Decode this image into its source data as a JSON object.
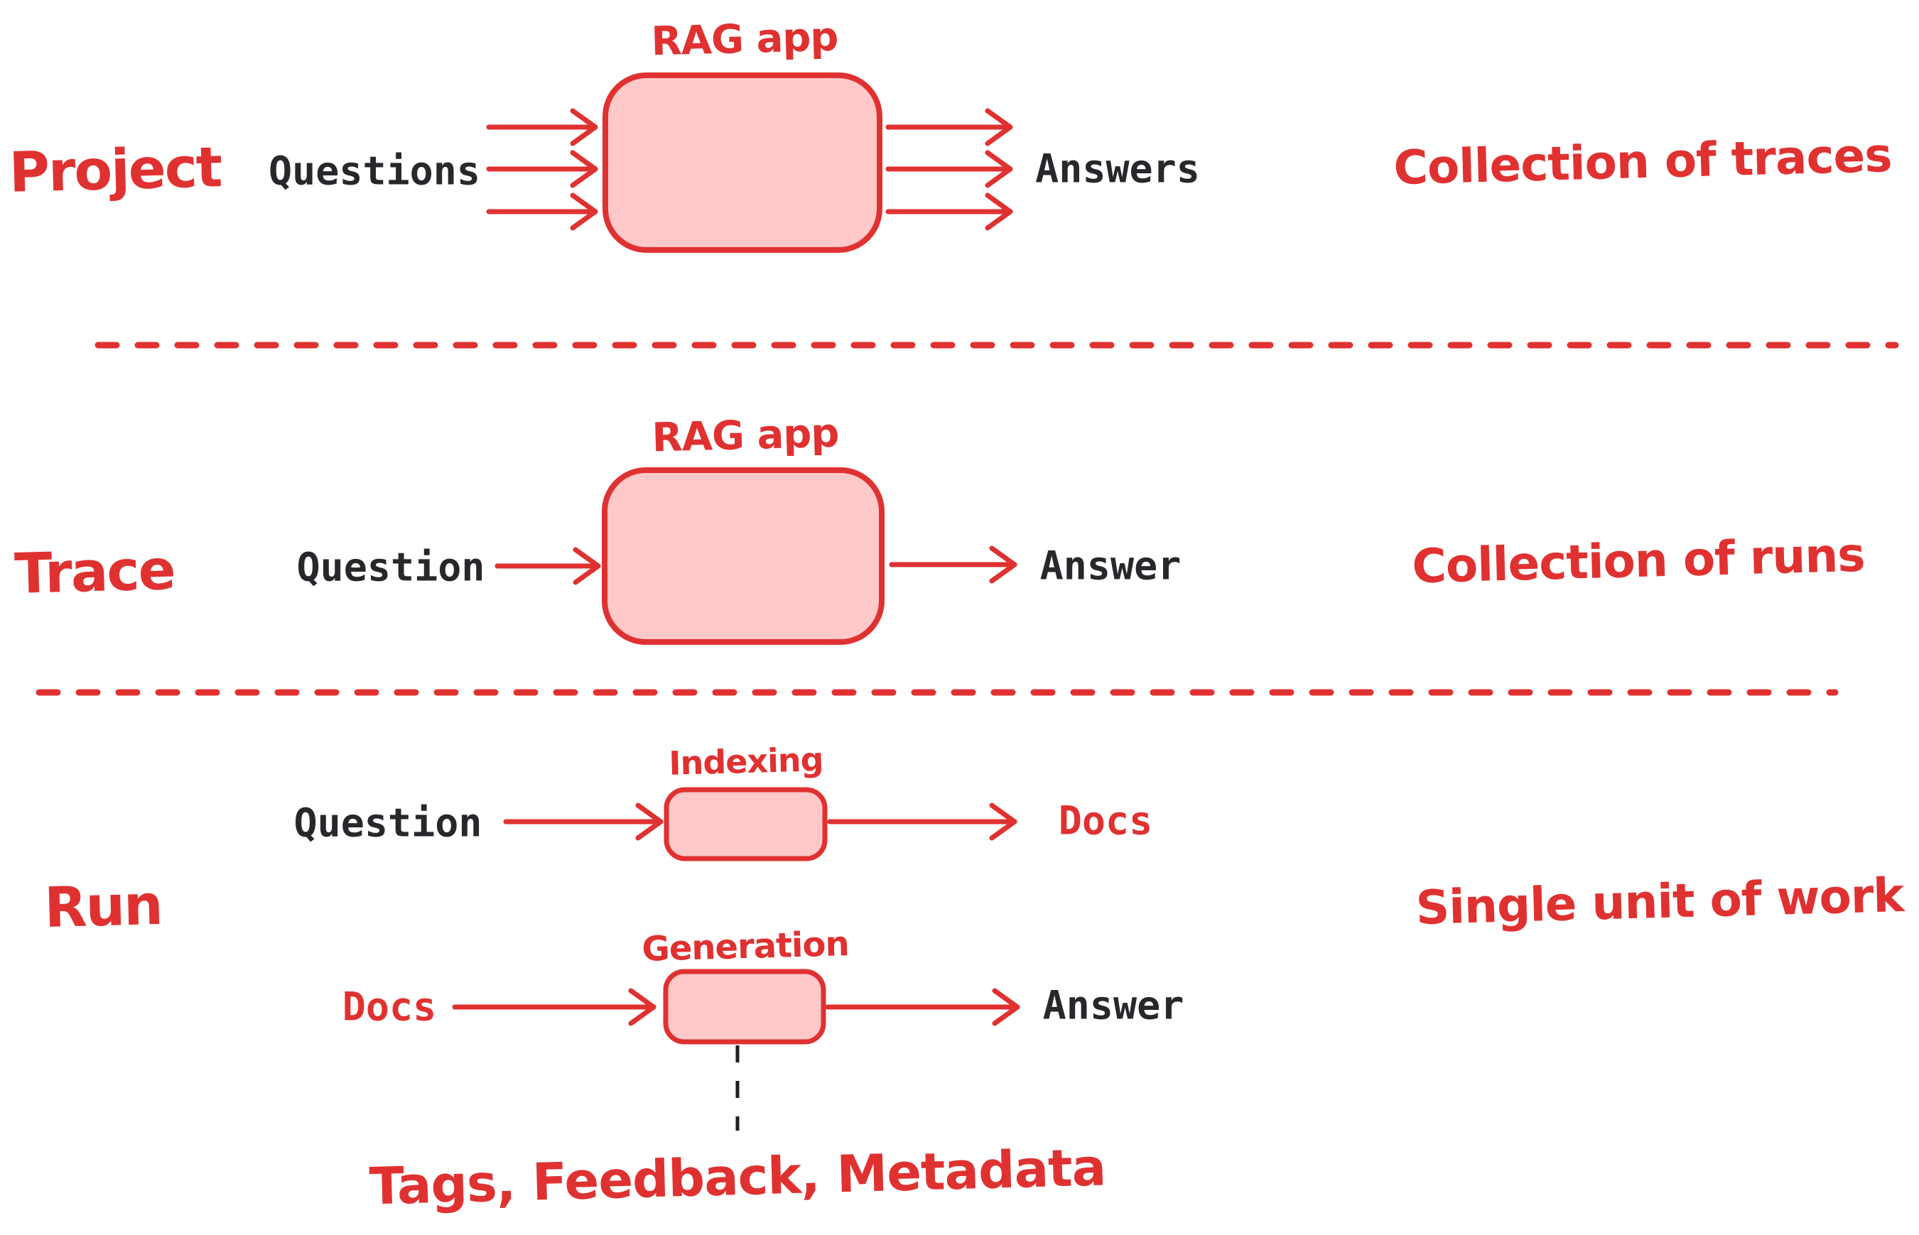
{
  "colors": {
    "accent_red": "#e03131",
    "box_fill": "#ffc9c9",
    "text_dark": "#26282b",
    "connector_black": "#1e1e1e"
  },
  "sections": [
    {
      "level": "Project",
      "input": "Questions",
      "box": "RAG app",
      "output": "Answers",
      "meaning": "Collection of traces"
    },
    {
      "level": "Trace",
      "input": "Question",
      "box": "RAG app",
      "output": "Answer",
      "meaning": "Collection of runs"
    },
    {
      "level": "Run",
      "meaning": "Single unit of work",
      "steps": [
        {
          "input": "Question",
          "box": "Indexing",
          "output": "Docs"
        },
        {
          "input": "Docs",
          "box": "Generation",
          "output": "Answer"
        }
      ],
      "attachments": "Tags, Feedback, Metadata"
    }
  ]
}
